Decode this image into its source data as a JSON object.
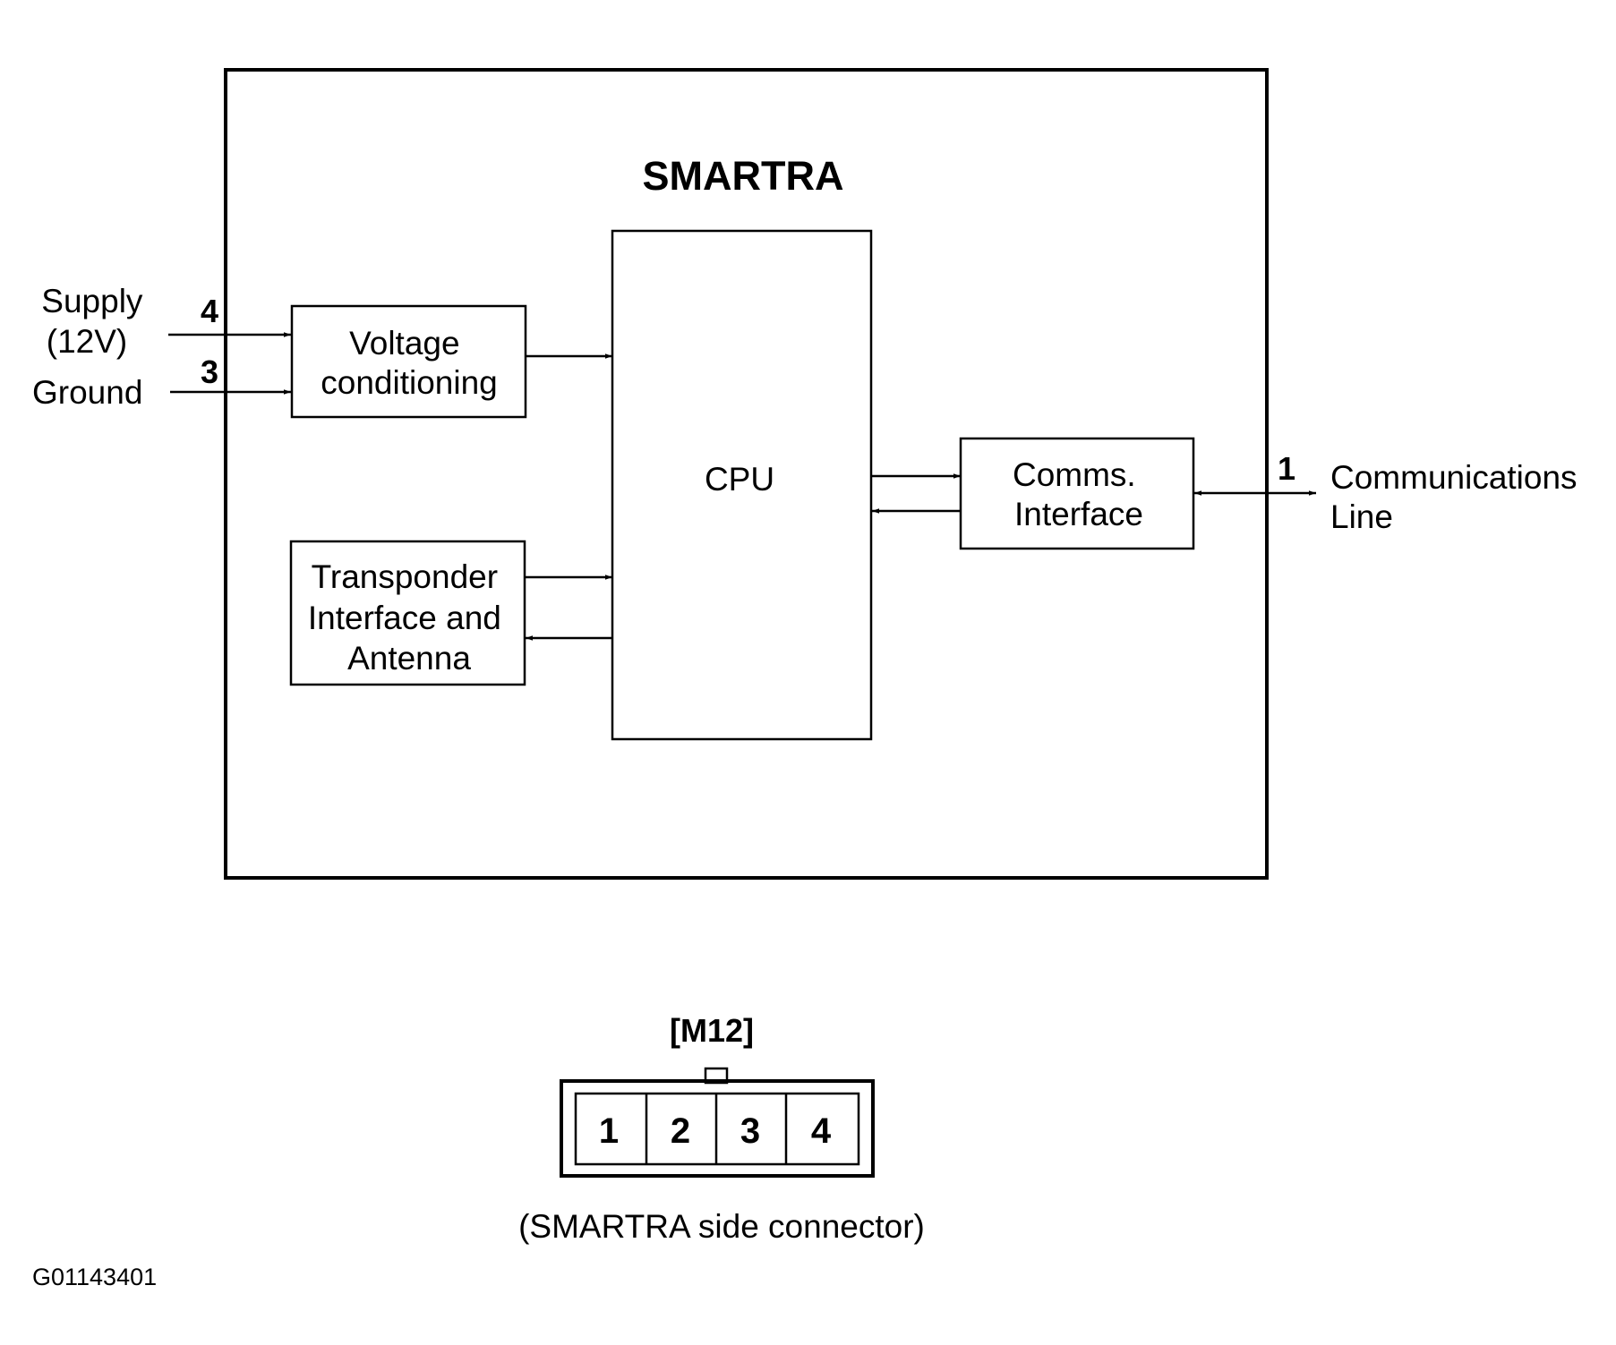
{
  "module": {
    "title": "SMARTRA",
    "blocks": {
      "voltage": [
        "Voltage",
        "conditioning"
      ],
      "cpu": "CPU",
      "transponder": [
        "Transponder",
        "Interface and",
        "Antenna"
      ],
      "comms": [
        "Comms.",
        "Interface"
      ]
    }
  },
  "inputs": {
    "supply": {
      "label": [
        "Supply",
        "(12V)"
      ],
      "pin": "4"
    },
    "ground": {
      "label": "Ground",
      "pin": "3"
    }
  },
  "output": {
    "label": [
      "Communications",
      "Line"
    ],
    "pin": "1"
  },
  "connector": {
    "name": "[M12]",
    "pins": [
      "1",
      "2",
      "3",
      "4"
    ],
    "caption": "(SMARTRA side connector)"
  },
  "figure_code": "G01143401"
}
